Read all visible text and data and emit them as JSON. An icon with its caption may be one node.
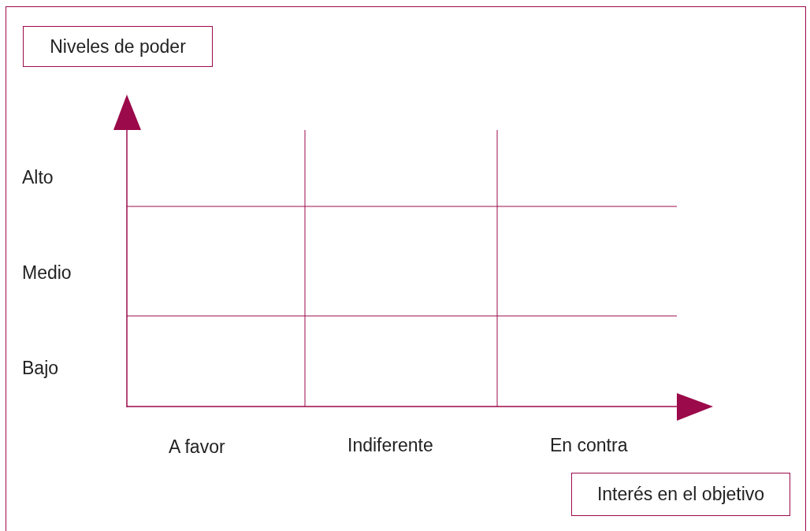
{
  "diagram": {
    "nodes": [
      {
        "text": [
          "Niveles de poder"
        ]
      },
      {
        "text": [
          "Interés en el objetivo"
        ]
      }
    ],
    "labels": [
      "Alto",
      "Medio",
      "Bajo",
      "A favor",
      "Indiferente",
      "En contra"
    ]
  }
}
